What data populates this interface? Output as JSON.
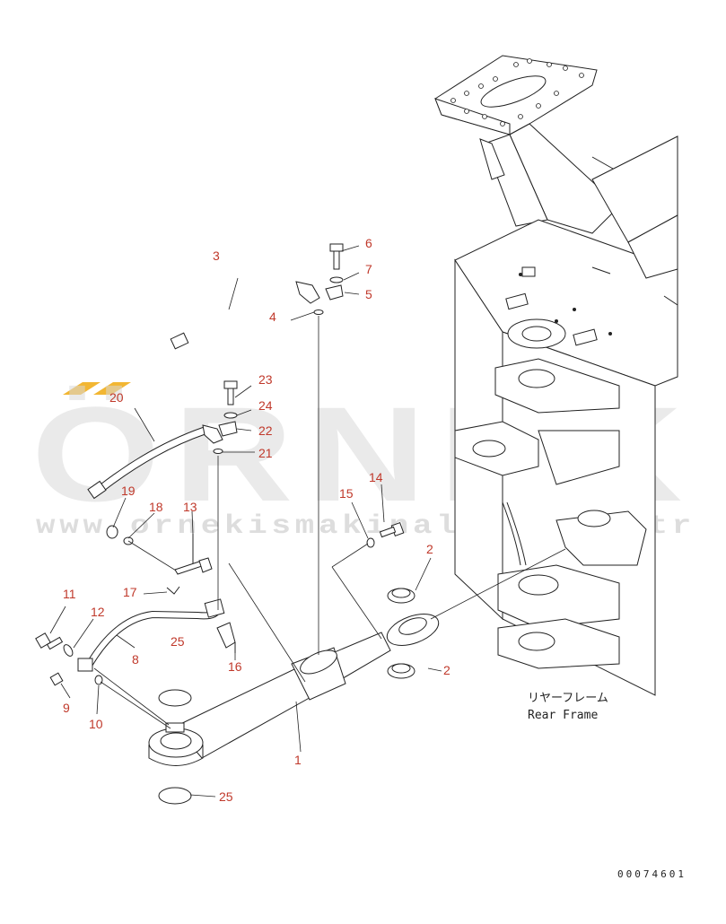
{
  "watermark": {
    "brand": "ÖRNEK",
    "url": "www.ornekismakinalari.com.tr",
    "accent_color": "#f2b632"
  },
  "frame_label": {
    "japanese": "リヤーフレーム",
    "english": "Rear Frame"
  },
  "document_number": "00074601",
  "colors": {
    "callout": "#c0392b",
    "line": "#222222",
    "watermark": "#d9d9d9"
  },
  "callouts": [
    {
      "id": "c1",
      "text": "1"
    },
    {
      "id": "c2a",
      "text": "2"
    },
    {
      "id": "c2b",
      "text": "2"
    },
    {
      "id": "c3",
      "text": "3"
    },
    {
      "id": "c4",
      "text": "4"
    },
    {
      "id": "c5",
      "text": "5"
    },
    {
      "id": "c6",
      "text": "6"
    },
    {
      "id": "c7",
      "text": "7"
    },
    {
      "id": "c8",
      "text": "8"
    },
    {
      "id": "c9",
      "text": "9"
    },
    {
      "id": "c10",
      "text": "10"
    },
    {
      "id": "c11",
      "text": "11"
    },
    {
      "id": "c12",
      "text": "12"
    },
    {
      "id": "c13",
      "text": "13"
    },
    {
      "id": "c14",
      "text": "14"
    },
    {
      "id": "c15",
      "text": "15"
    },
    {
      "id": "c16",
      "text": "16"
    },
    {
      "id": "c17",
      "text": "17"
    },
    {
      "id": "c18",
      "text": "18"
    },
    {
      "id": "c19",
      "text": "19"
    },
    {
      "id": "c20",
      "text": "20"
    },
    {
      "id": "c21",
      "text": "21"
    },
    {
      "id": "c22",
      "text": "22"
    },
    {
      "id": "c23",
      "text": "23"
    },
    {
      "id": "c24",
      "text": "24"
    },
    {
      "id": "c25a",
      "text": "25"
    },
    {
      "id": "c25b",
      "text": "25"
    }
  ]
}
